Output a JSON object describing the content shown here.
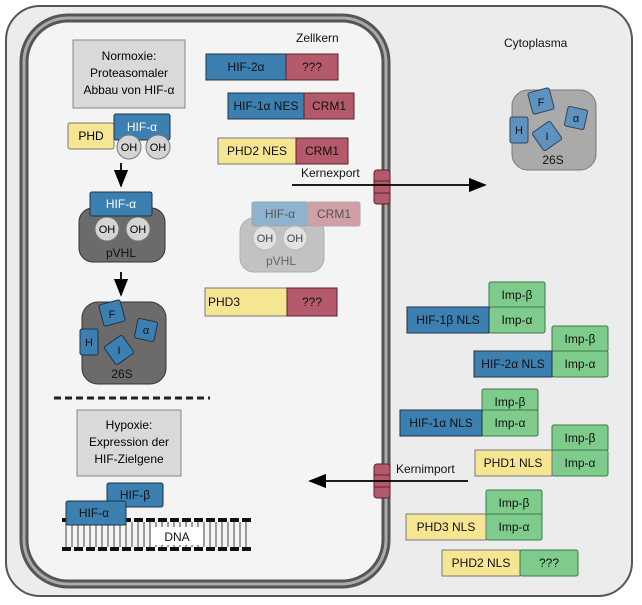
{
  "labels": {
    "nucleus": "Zellkern",
    "cytoplasm": "Cytoplasma",
    "export": "Kernexport",
    "import": "Kernimport"
  },
  "normoxia": {
    "line1": "Normoxie:",
    "line2": "Proteasomaler",
    "line3": "Abbau von HIF-α",
    "phd": "PHD",
    "hifa": "HIF-α",
    "oh": "OH",
    "pvhl": "pVHL",
    "proteasome": "26S",
    "frag_f": "F",
    "frag_alpha": "α",
    "frag_h": "H",
    "frag_i": "I"
  },
  "hypoxia": {
    "line1": "Hypoxie:",
    "line2": "Expression der",
    "line3": "HIF-Zielgene",
    "hifb": "HIF-β",
    "hifa": "HIF-α",
    "dna": "DNA"
  },
  "nucleus_proteins": {
    "hif2a": "HIF-2α",
    "unknown": "???",
    "hif1a_nes": "HIF-1α  NES",
    "crm1": "CRM1",
    "phd2_nes": "PHD2  NES",
    "ghost_hifa": "HIF-α",
    "ghost_crm1": "CRM1",
    "ghost_pvhl": "pVHL",
    "phd3": "PHD3",
    "phd3_unknown": "???"
  },
  "cytoplasm_proteins": {
    "proteasome": "26S",
    "frag_f": "F",
    "frag_alpha": "α",
    "frag_h": "H",
    "frag_i": "I",
    "imp_b": "Imp-β",
    "imp_a": "Imp-α",
    "hif1b_nls": "HIF-1β  NLS",
    "hif2a_nls": "HIF-2α  NLS",
    "hif1a_nls": "HIF-1α  NLS",
    "phd1_nls": "PHD1  NLS",
    "phd3_nls": "PHD3  NLS",
    "phd2_nls": "PHD2  NLS",
    "unknown": "???"
  },
  "colors": {
    "blue": "#3c7fb1",
    "red": "#b55a6b",
    "yellow": "#f6e592",
    "green": "#7ecb8c",
    "gray": "#8a8a8a"
  }
}
